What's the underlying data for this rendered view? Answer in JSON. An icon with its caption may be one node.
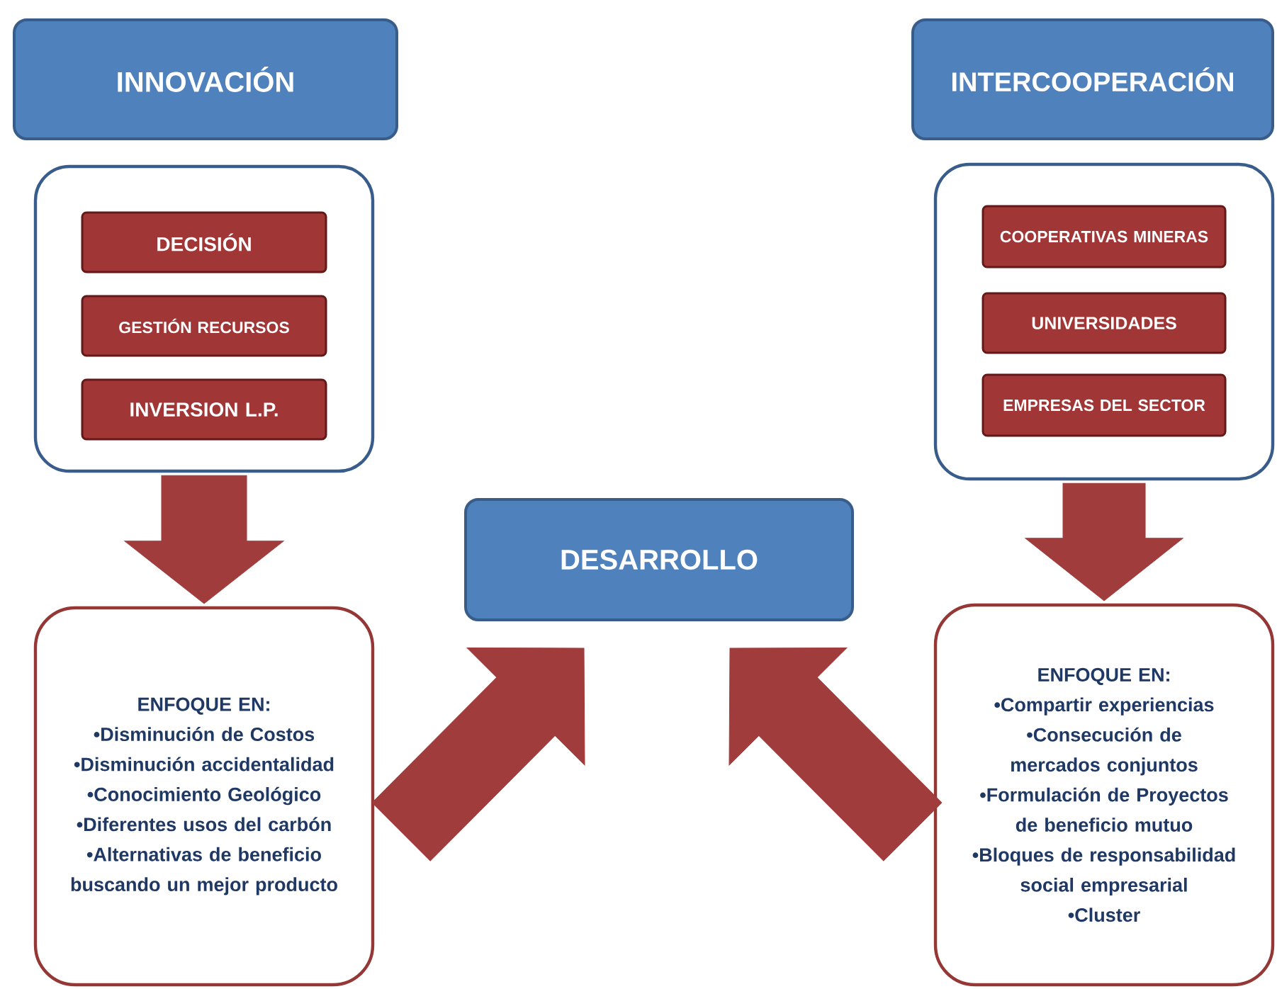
{
  "diagram": {
    "nodes": [
      {
        "text": [
          "INNOVACIÓN"
        ]
      },
      {
        "text": [],
        "shape": "box"
      },
      {
        "text": [
          "DECISIÓN"
        ],
        "in": 1
      },
      {
        "text": [
          "GESTIÓN RECURSOS"
        ],
        "in": 1
      },
      {
        "text": [
          "INVERSION L.P."
        ],
        "in": 1
      },
      {
        "text": [
          "INTERCOOPERACIÓN"
        ]
      },
      {
        "text": [],
        "shape": "box"
      },
      {
        "text": [
          "COOPERATIVAS MINERAS"
        ],
        "in": 6
      },
      {
        "text": [
          "UNIVERSIDADES"
        ],
        "in": 6
      },
      {
        "text": [
          "EMPRESAS DEL SECTOR"
        ],
        "in": 6
      },
      {
        "text": [
          "DESARROLLO"
        ]
      },
      {
        "text": [
          "ENFOQUE EN:",
          "•Disminución de Costos",
          "•Disminución accidentalidad",
          "•Conocimiento Geológico",
          "•Diferentes usos del carbón",
          "•Alternativas de beneficio buscando un mejor producto"
        ]
      },
      {
        "text": [
          "ENFOQUE EN:",
          "•Compartir experiencias",
          "•Consecución de mercados conjuntos",
          "•Formulación de Proyectos de beneficio mutuo",
          "•Bloques de responsabilidad social empresarial",
          "•Cluster"
        ]
      }
    ],
    "edges": [
      {
        "from": 1,
        "to": 11,
        "arrow": "to"
      },
      {
        "from": 6,
        "to": 12,
        "arrow": "to"
      },
      {
        "from": 11,
        "to": 10,
        "arrow": "to"
      },
      {
        "from": 12,
        "to": 10,
        "arrow": "to"
      }
    ]
  }
}
